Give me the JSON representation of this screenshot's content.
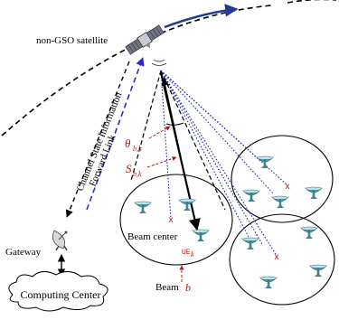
{
  "labels": {
    "satellite": "non-GSO satellite",
    "csi": "Channel State Information",
    "forward_link": "Forward Link",
    "gateway": "Gateway",
    "computing_center": "Computing Center",
    "beam_center": "Beam center",
    "beam": "Beam",
    "beam_var": "b",
    "theta_main": "θ",
    "theta_sub": "b,k",
    "s_main": "S",
    "s_sub": "b,k",
    "ue_main": "UE",
    "ue_sub": "k"
  },
  "colors": {
    "orbit": "#000000",
    "velocity_arrow": "#1f3a93",
    "forward_link": "#2a2ac8",
    "annotation_red": "#b01818",
    "beam_ray_blue": "#2020b0",
    "terminal_fill": "#4a9aa6"
  },
  "icons": {
    "satellite": "satellite-icon",
    "gateway": "satellite-dish-icon",
    "terminal": "user-terminal-icon",
    "cloud": "cloud-icon"
  }
}
